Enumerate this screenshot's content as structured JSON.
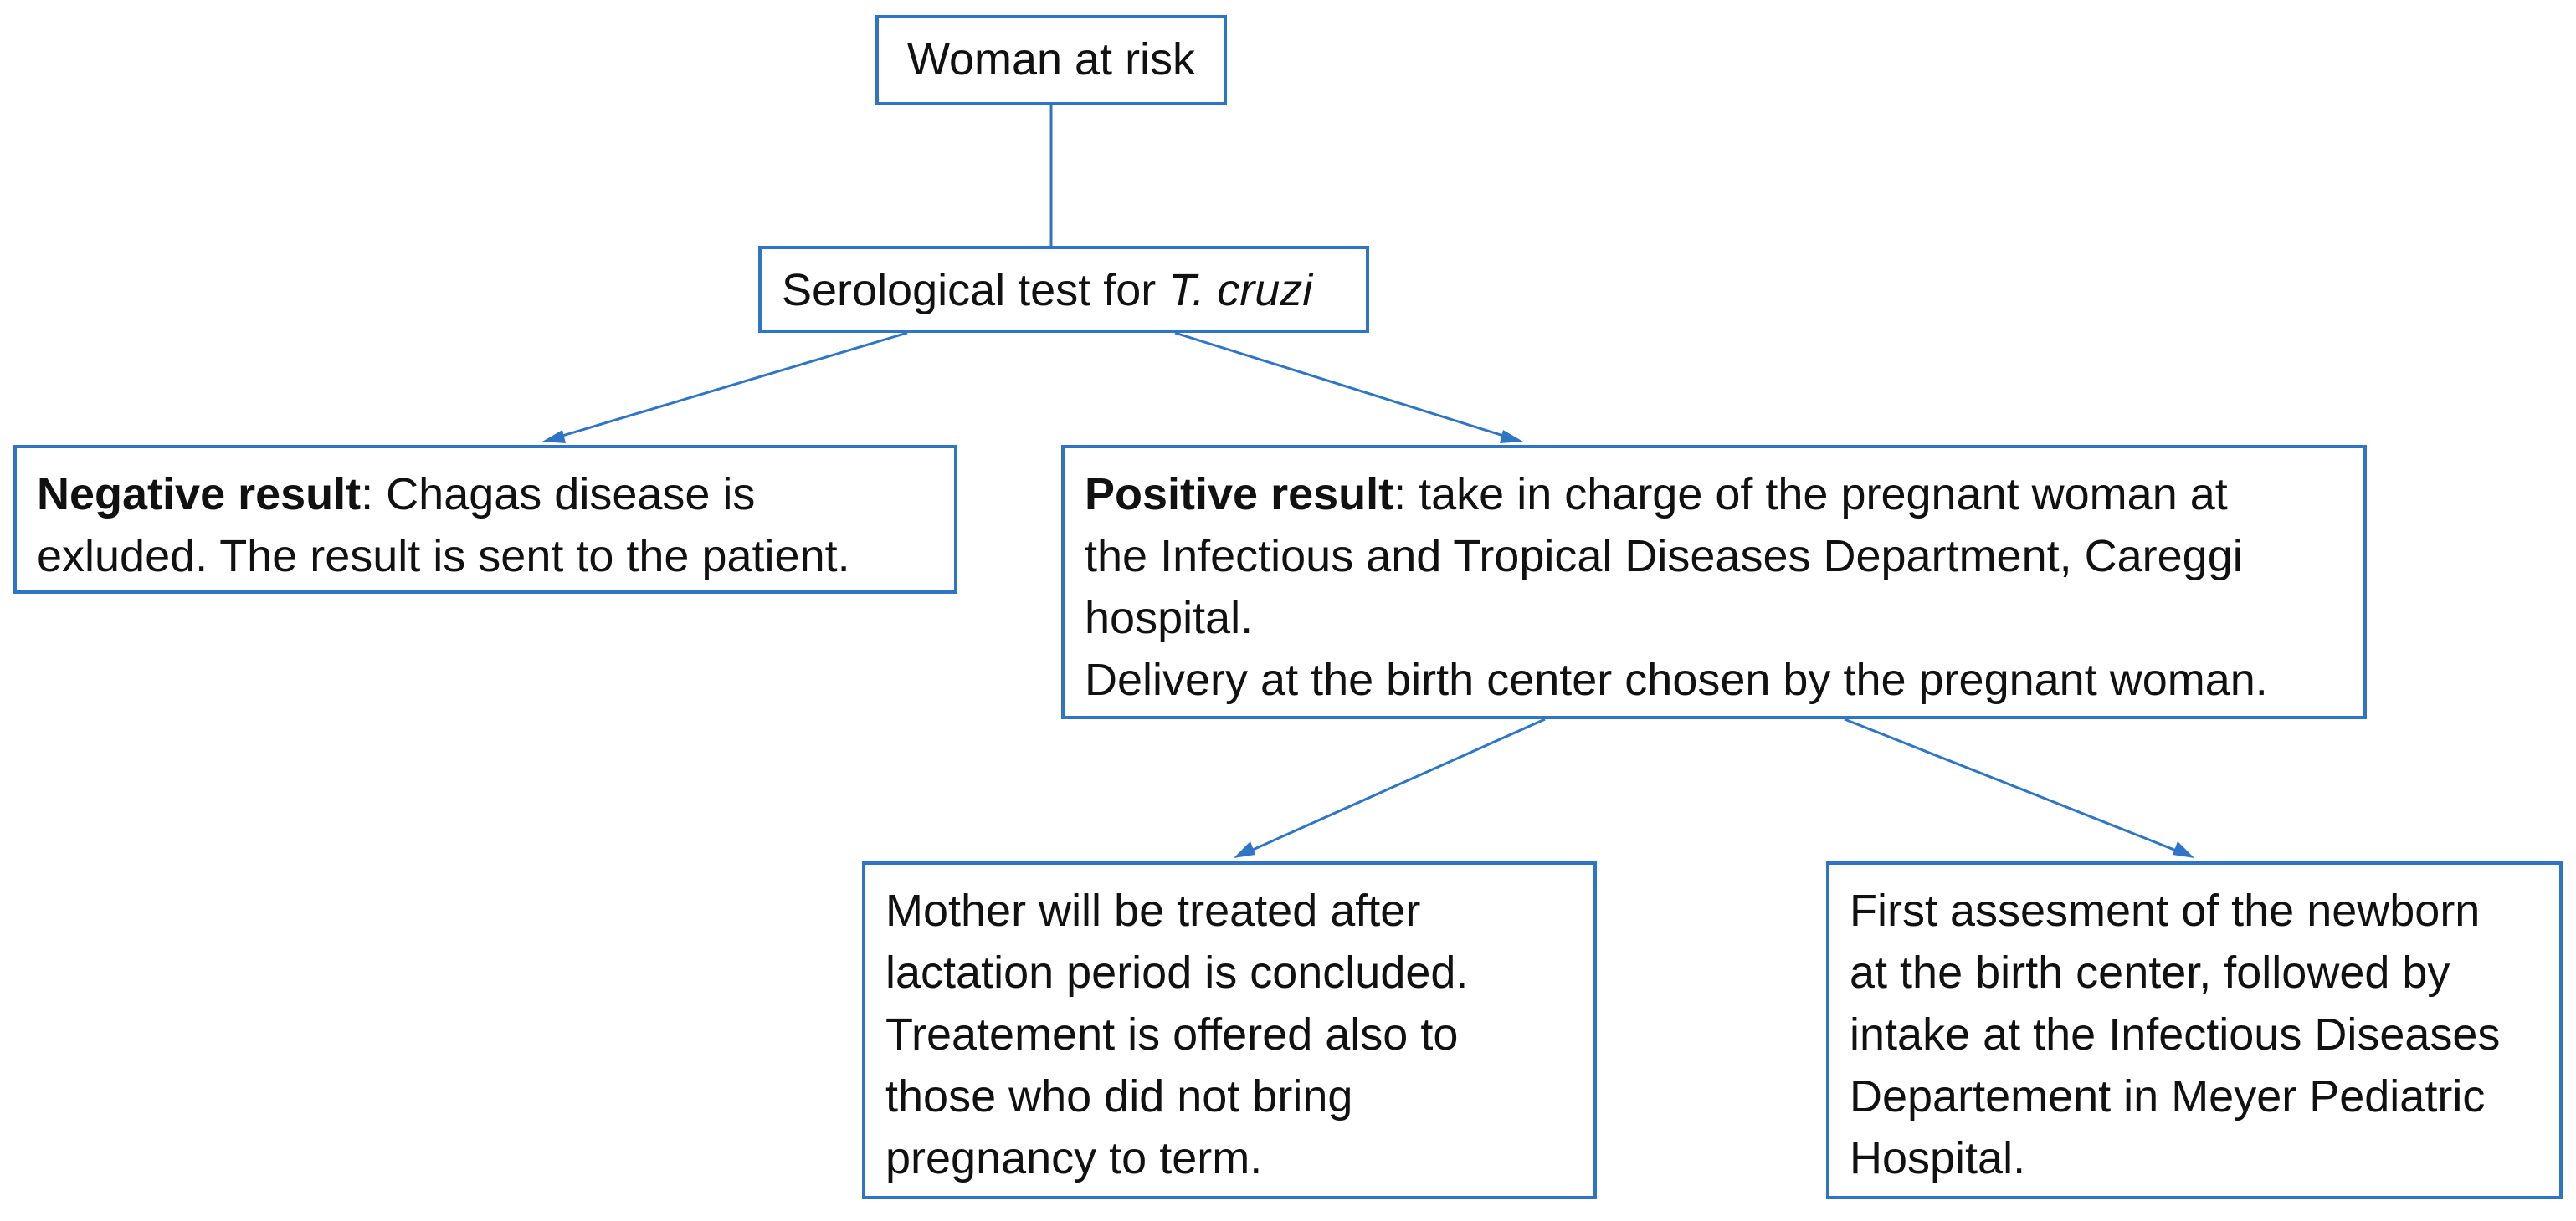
{
  "colors": {
    "border": "#2f75c5",
    "connector": "#2f75c5",
    "text": "#111111",
    "background": "#ffffff"
  },
  "nodes": {
    "woman_at_risk": {
      "text": "Woman at risk"
    },
    "serological_test": {
      "text_prefix": "Serological test for ",
      "text_italic": "T. cruzi"
    },
    "negative_result": {
      "label": "Negative result",
      "line1_rest": ": Chagas disease is",
      "line2": "exluded. The result is sent to the patient."
    },
    "positive_result": {
      "label": "Positive result",
      "line1_rest": ": take in charge of the pregnant woman at",
      "line2": "the Infectious and Tropical Diseases Department, Careggi",
      "line3": "hospital.",
      "line4": "Delivery at the birth center chosen by the pregnant woman."
    },
    "mother_treatment": {
      "lines": [
        "Mother will be treated after",
        "lactation period is concluded.",
        "Treatement is offered also to",
        "those who did not bring",
        "pregnancy to term."
      ]
    },
    "newborn_assessment": {
      "lines": [
        "First assesment of the newborn",
        "at the birth center, followed by",
        "intake at the Infectious Diseases",
        "Departement in Meyer Pediatric",
        "Hospital."
      ]
    }
  },
  "edges": [
    {
      "from": "woman_at_risk",
      "to": "serological_test",
      "arrow": false
    },
    {
      "from": "serological_test",
      "to": "negative_result",
      "arrow": true
    },
    {
      "from": "serological_test",
      "to": "positive_result",
      "arrow": true
    },
    {
      "from": "positive_result",
      "to": "mother_treatment",
      "arrow": true
    },
    {
      "from": "positive_result",
      "to": "newborn_assessment",
      "arrow": true
    }
  ]
}
